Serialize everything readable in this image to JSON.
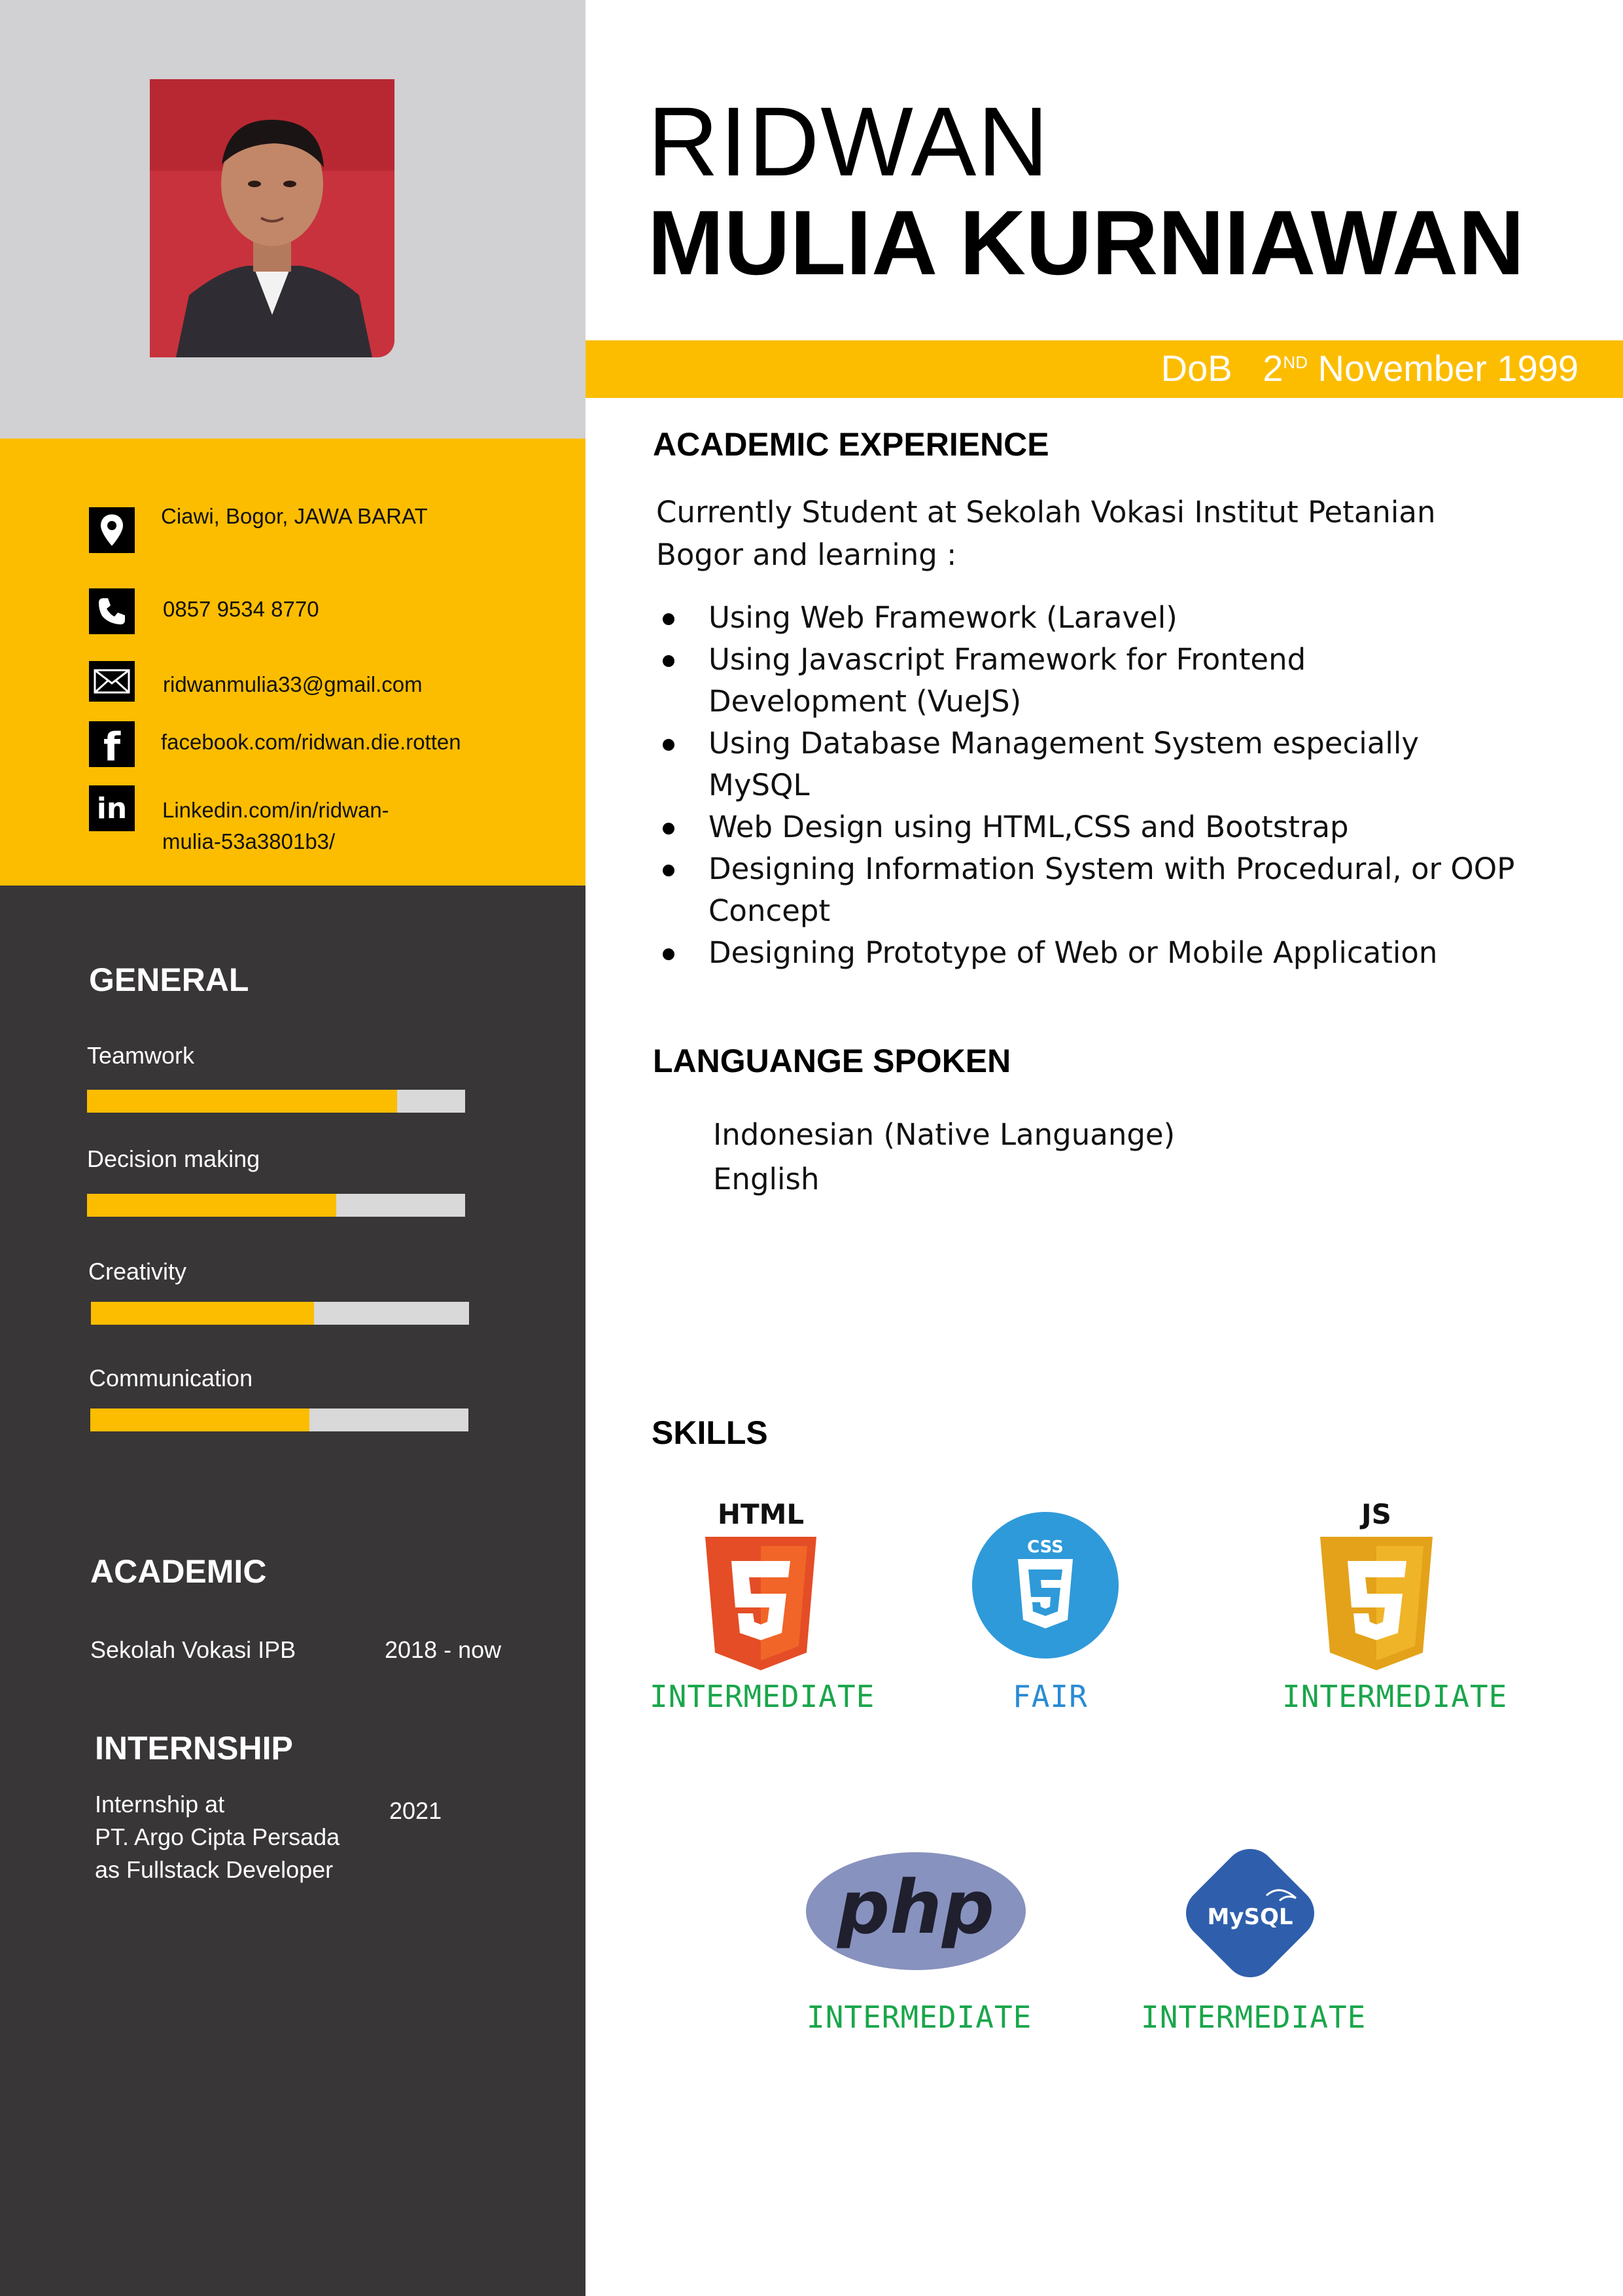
{
  "name": {
    "first": "RIDWAN",
    "rest": "MULIA KURNIAWAN"
  },
  "dob": {
    "label": "DoB",
    "day": "2",
    "suffix": "ND",
    "rest": "November 1999"
  },
  "contact": [
    {
      "icon": "location-pin-icon",
      "text": "Ciawi, Bogor, JAWA BARAT"
    },
    {
      "icon": "phone-icon",
      "text": "0857 9534 8770"
    },
    {
      "icon": "envelope-icon",
      "text": "ridwanmulia33@gmail.com"
    },
    {
      "icon": "facebook-icon",
      "text": "facebook.com/ridwan.die.rotten"
    },
    {
      "icon": "linkedin-icon",
      "line1": "Linkedin.com/in/ridwan-",
      "line2": "mulia-53a3801b3/"
    }
  ],
  "general": {
    "heading": "GENERAL",
    "skills": [
      {
        "label": "Teamwork",
        "level": 0.82
      },
      {
        "label": "Decision making",
        "level": 0.66
      },
      {
        "label": "Creativity",
        "level": 0.59
      },
      {
        "label": "Communication",
        "level": 0.58
      }
    ]
  },
  "academic": {
    "heading": "ACADEMIC",
    "school": "Sekolah Vokasi IPB",
    "period": "2018 - now"
  },
  "internship": {
    "heading": "INTERNSHIP",
    "line1": "Internship at",
    "line2": "PT. Argo Cipta Persada",
    "line3": "as Fullstack Developer",
    "year": "2021"
  },
  "academic_experience": {
    "heading": "ACADEMIC EXPERIENCE",
    "intro_line1": "Currently Student at Sekolah Vokasi Institut Petanian",
    "intro_line2": "Bogor and learning :",
    "items": [
      {
        "line1": "Using Web Framework (Laravel)",
        "line2": ""
      },
      {
        "line1": "Using Javascript Framework for Frontend",
        "line2": "Development (VueJS)"
      },
      {
        "line1": "Using Database Management System especially",
        "line2": "MySQL"
      },
      {
        "line1": "Web Design using HTML,CSS and Bootstrap",
        "line2": ""
      },
      {
        "line1": "Designing Information System with Procedural, or OOP",
        "line2": "Concept"
      },
      {
        "line1": "Designing Prototype of Web or Mobile Application",
        "line2": ""
      }
    ]
  },
  "languages": {
    "heading": "LANGUANGE SPOKEN",
    "items": [
      "Indonesian (Native Languange)",
      "English"
    ]
  },
  "skills": {
    "heading": "SKILLS",
    "items": [
      {
        "name": "HTML",
        "icon": "html5-logo-icon",
        "level": "INTERMEDIATE",
        "level_color": "#1aa64b"
      },
      {
        "name": "CSS",
        "icon": "css3-logo-icon",
        "level": "FAIR",
        "level_color": "#2a8bd4"
      },
      {
        "name": "JS",
        "icon": "js-logo-icon",
        "level": "INTERMEDIATE",
        "level_color": "#1aa64b"
      },
      {
        "name": "php",
        "icon": "php-logo-icon",
        "level": "INTERMEDIATE",
        "level_color": "#1aa64b"
      },
      {
        "name": "MySQL",
        "icon": "mysql-logo-icon",
        "level": "INTERMEDIATE",
        "level_color": "#1aa64b"
      }
    ]
  },
  "colors": {
    "accent": "#fcbd00",
    "sidebar_dark": "#383637",
    "sidebar_light": "#d1d0d2"
  }
}
